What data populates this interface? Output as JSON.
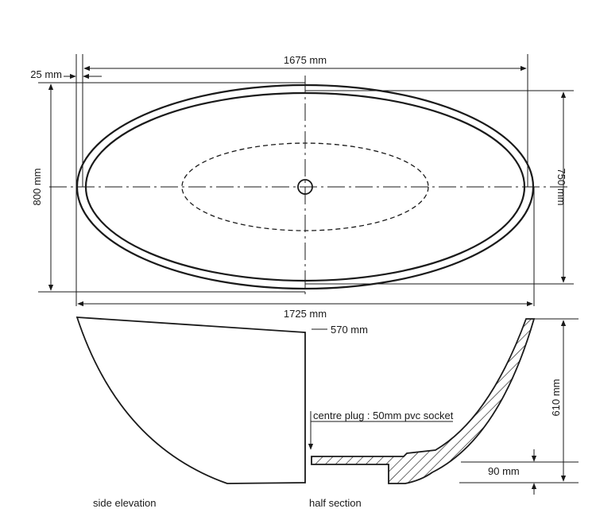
{
  "dimensions": {
    "inner_length": "1675 mm",
    "rim_offset": "25 mm",
    "outer_length": "1725 mm",
    "outer_width": "800 mm",
    "inner_width": "750 mm",
    "top_height": "570 mm",
    "total_height": "610 mm",
    "base_height": "90 mm"
  },
  "annotations": {
    "plug": "centre plug : 50mm pvc socket"
  },
  "views": {
    "side_elevation": "side elevation",
    "half_section": "half section"
  }
}
